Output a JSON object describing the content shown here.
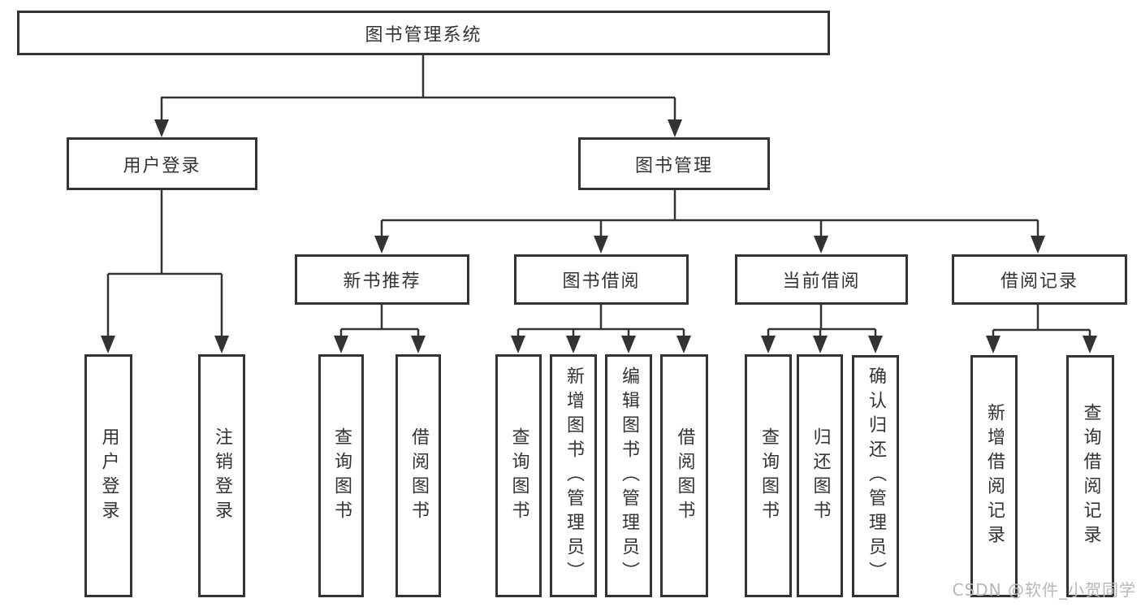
{
  "diagram": {
    "root": {
      "label": "图书管理系统"
    },
    "branches": [
      {
        "label": "用户登录",
        "children": [
          {
            "label": "用户登录"
          },
          {
            "label": "注销登录"
          }
        ]
      },
      {
        "label": "图书管理",
        "groups": [
          {
            "label": "新书推荐",
            "children": [
              {
                "label": "查询图书"
              },
              {
                "label": "借阅图书"
              }
            ]
          },
          {
            "label": "图书借阅",
            "children": [
              {
                "label": "查询图书"
              },
              {
                "label": "新增图书（管理员）"
              },
              {
                "label": "编辑图书（管理员）"
              },
              {
                "label": "借阅图书"
              }
            ]
          },
          {
            "label": "当前借阅",
            "children": [
              {
                "label": "查询图书"
              },
              {
                "label": "归还图书"
              },
              {
                "label": "确认归还（管理员）"
              }
            ]
          },
          {
            "label": "借阅记录",
            "children": [
              {
                "label": "新增借阅记录"
              },
              {
                "label": "查询借阅记录"
              }
            ]
          }
        ]
      }
    ]
  },
  "watermark": {
    "text": "CSDN @软件_小贺同学"
  },
  "colors": {
    "line": "#333333",
    "box_border": "#333333",
    "text": "#333333",
    "watermark": "#b7b7b7",
    "background": "#ffffff"
  }
}
